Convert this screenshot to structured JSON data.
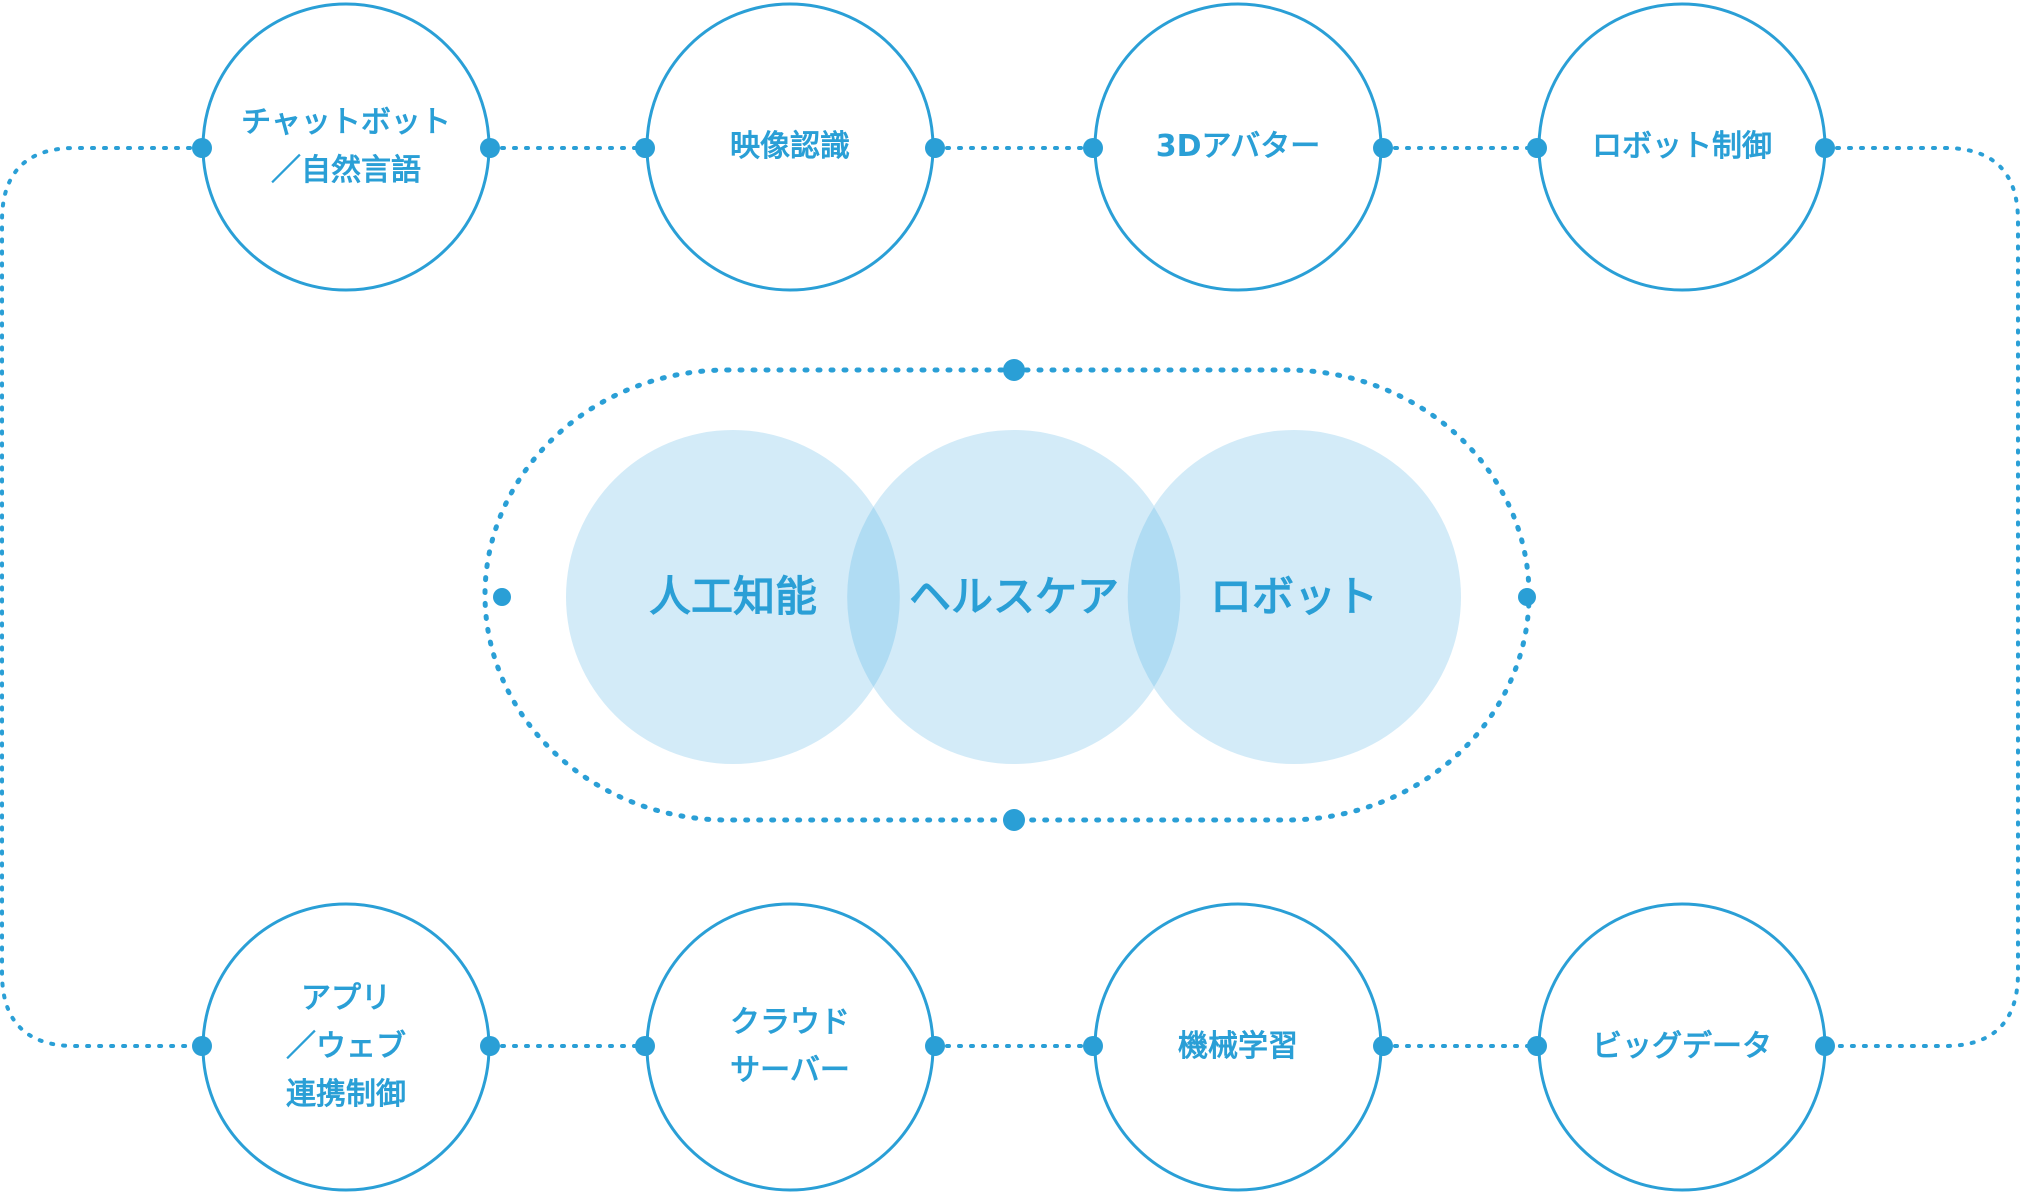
{
  "colors": {
    "accent": "#2a9fd6",
    "node_fill": "#5bb8e3",
    "venn_fill": "#d3ebf8",
    "venn_overlap": "#b0dcf3"
  },
  "outer_nodes": [
    {
      "lines": [
        "チャットボット",
        "／自然言語"
      ]
    },
    {
      "lines": [
        "映像認識"
      ]
    },
    {
      "lines": [
        "3Dアバター"
      ]
    },
    {
      "lines": [
        "ロボット制御"
      ]
    },
    {
      "lines": [
        "アプリ",
        "／ウェブ",
        "連携制御"
      ]
    },
    {
      "lines": [
        "クラウド",
        "サーバー"
      ]
    },
    {
      "lines": [
        "機械学習"
      ]
    },
    {
      "lines": [
        "ビッグデータ"
      ]
    }
  ],
  "venn": [
    {
      "label": "人工知能"
    },
    {
      "label": "ヘルスケア"
    },
    {
      "label": "ロボット"
    }
  ]
}
